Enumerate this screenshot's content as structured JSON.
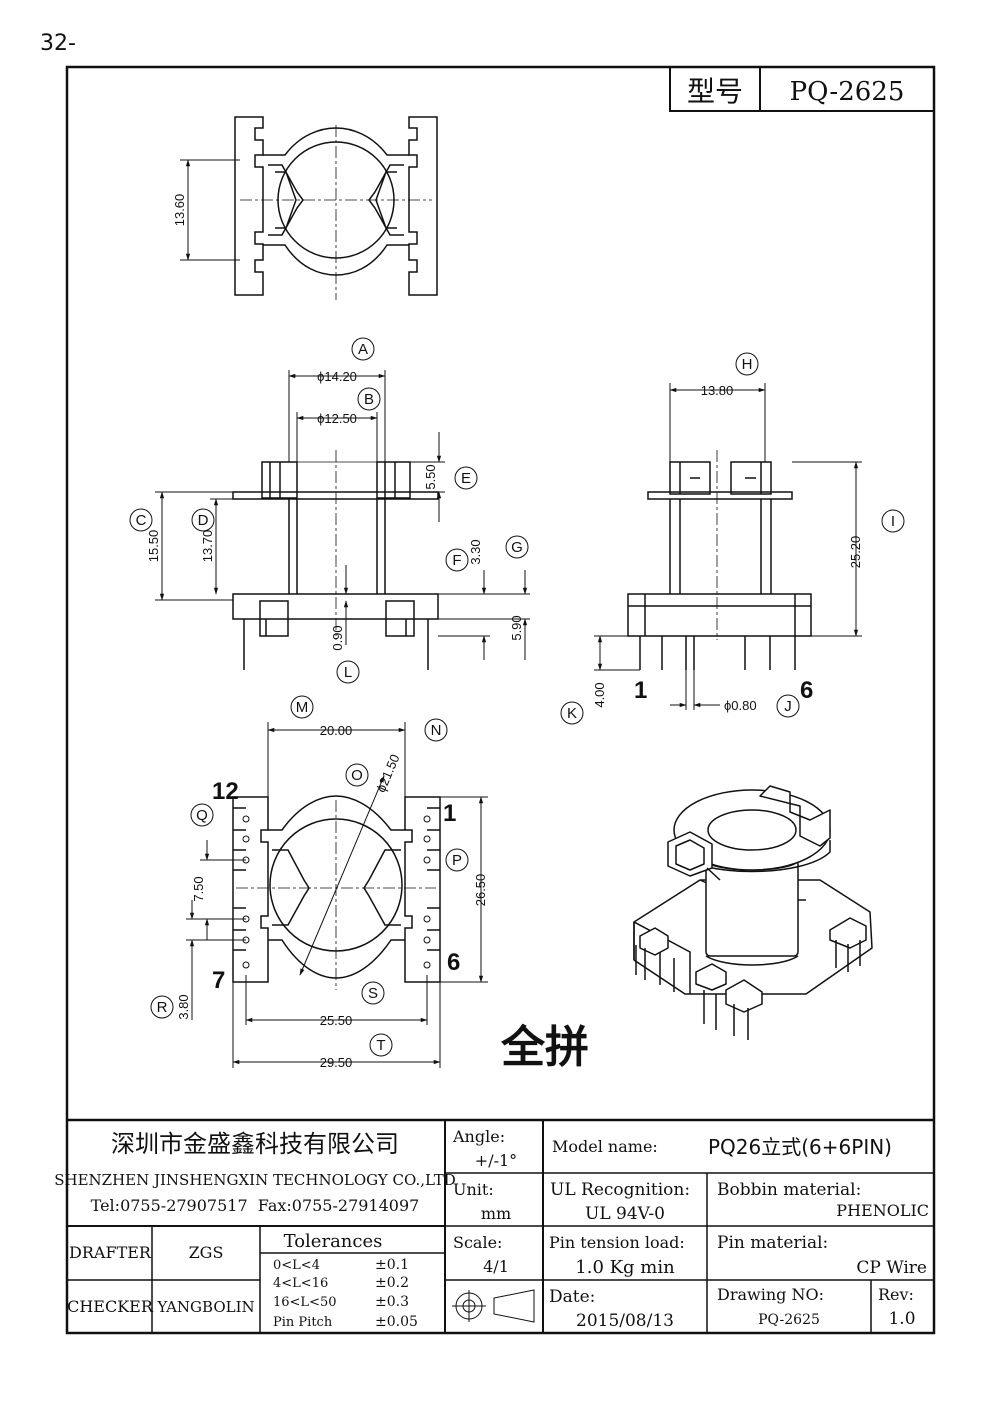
{
  "page_number": "32-",
  "header": {
    "model_label": "型号",
    "model_value": "PQ-2625"
  },
  "top_view": {
    "dim_height": "13.60"
  },
  "front_view": {
    "dim_a": "ϕ14.20",
    "dim_b": "ϕ12.50",
    "dim_c": "15.50",
    "dim_d": "13.70",
    "dim_e": "5.50",
    "dim_f": "3.30",
    "dim_g": "5.90",
    "dim_l": "0.90",
    "callouts": {
      "a": "A",
      "b": "B",
      "c": "C",
      "d": "D",
      "e": "E",
      "f": "F",
      "g": "G",
      "l": "L"
    }
  },
  "side_view": {
    "dim_h": "13.80",
    "dim_i": "25.20",
    "dim_k": "4.00",
    "dim_j": "ϕ0.80",
    "pin_first": "1",
    "pin_last": "6",
    "callouts": {
      "h": "H",
      "i": "I",
      "k": "K",
      "j": "J"
    }
  },
  "bottom_view": {
    "dim_m": "20.00",
    "dim_o": "ϕ21.50",
    "dim_p": "26.50",
    "dim_q": "7.50",
    "dim_r": "3.80",
    "dim_s": "25.50",
    "dim_t": "29.50",
    "pin_12": "12",
    "pin_1": "1",
    "pin_7": "7",
    "pin_6": "6",
    "callouts": {
      "m": "M",
      "n": "N",
      "o": "O",
      "p": "P",
      "q": "Q",
      "r": "R",
      "s": "S",
      "t": "T"
    }
  },
  "assembly_caption": "全拼",
  "title_block": {
    "company_cn": "深圳市金盛鑫科技有限公司",
    "company_en": "SHENZHEN JINSHENGXIN TECHNOLOGY CO.,LTD",
    "contact": "Tel:0755-27907517  Fax:0755-27914097",
    "angle_label": "Angle:",
    "angle_value": "+/-1°",
    "unit_label": "Unit:",
    "unit_value": "mm",
    "scale_label": "Scale:",
    "scale_value": "4/1",
    "model_name_label": "Model name:",
    "model_name_value": "PQ26立式(6+6PIN)",
    "ul_label": "UL Recognition:",
    "ul_value": "UL 94V-0",
    "bobbin_label": "Bobbin material:",
    "bobbin_value": "PHENOLIC",
    "pin_tension_label": "Pin tension load:",
    "pin_tension_value": "1.0 Kg min",
    "pin_material_label": "Pin material:",
    "pin_material_value": "CP Wire",
    "date_label": "Date:",
    "date_value": "2015/08/13",
    "drawing_no_label": "Drawing NO:",
    "drawing_no_value": "PQ-2625",
    "rev_label": "Rev:",
    "rev_value": "1.0",
    "drafter_label": "DRAFTER",
    "drafter_value": "ZGS",
    "checker_label": "CHECKER",
    "checker_value": "YANGBOLIN",
    "tolerances_title": "Tolerances",
    "tolerances": [
      {
        "range": "0<L<4",
        "value": "±0.1"
      },
      {
        "range": "4<L<16",
        "value": "±0.2"
      },
      {
        "range": "16<L<50",
        "value": "±0.3"
      },
      {
        "range": "Pin Pitch",
        "value": "±0.05"
      }
    ]
  }
}
